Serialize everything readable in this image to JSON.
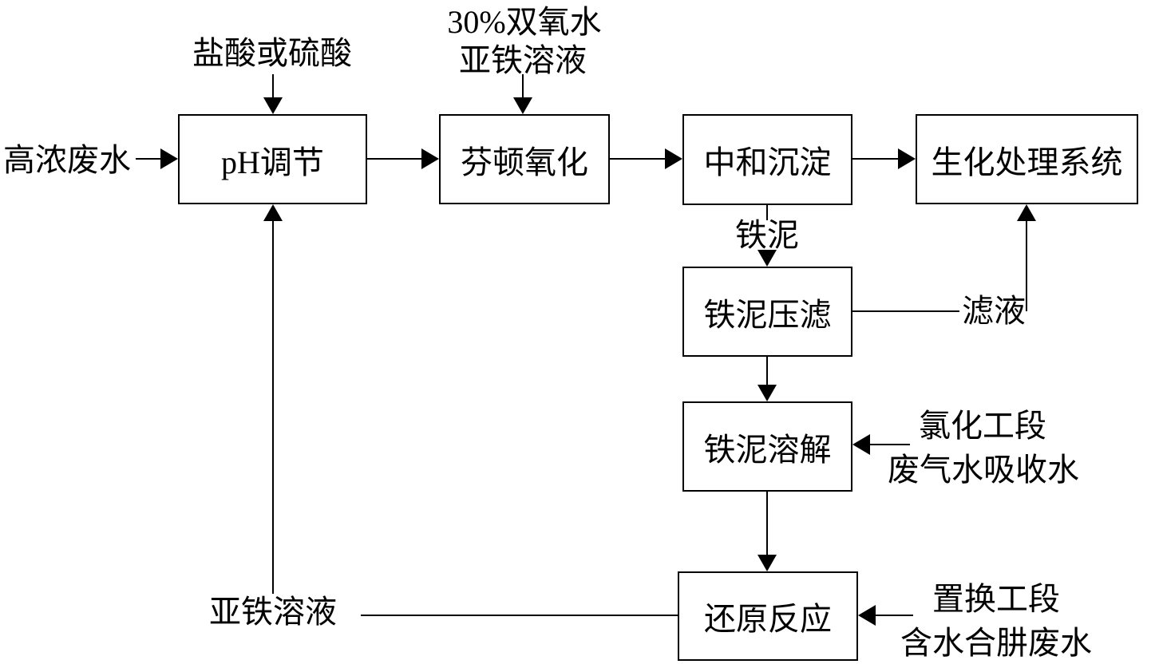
{
  "diagram": {
    "nodes": {
      "ph": {
        "label": "pH调节"
      },
      "fenton": {
        "label": "芬顿氧化"
      },
      "neutralize": {
        "label": "中和沉淀"
      },
      "bio": {
        "label": "生化处理系统"
      },
      "press": {
        "label": "铁泥压滤"
      },
      "dissolve": {
        "label": "铁泥溶解"
      },
      "reduce": {
        "label": "还原反应"
      }
    },
    "annotations": {
      "feed": "高浓废水",
      "acid": "盐酸或硫酸",
      "oxidant_line1": "30%双氧水",
      "oxidant_line2": "亚铁溶液",
      "iron_mud": "铁泥",
      "filtrate": "滤液",
      "chlorination_line1": "氯化工段",
      "chlorination_line2": "废气水吸收水",
      "displacement_line1": "置换工段",
      "displacement_line2": "含水合肼废水",
      "ferrous_recycle": "亚铁溶液"
    },
    "colors": {
      "line": "#000000",
      "background": "#ffffff",
      "text": "#000000"
    }
  }
}
